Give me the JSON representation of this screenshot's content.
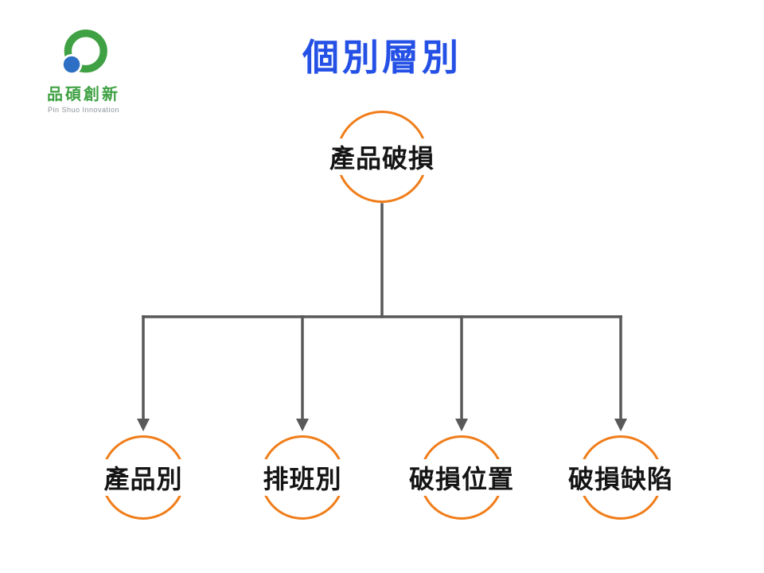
{
  "page": {
    "background_color": "#FFFFFF"
  },
  "logo": {
    "company_name": "品碩創新",
    "company_subtitle": "Pin Shuo Innovation",
    "ring_color": "#3FA143",
    "dot_color": "#2D6FC4",
    "name_color": "#3FA143",
    "subtitle_color": "#8C9196"
  },
  "title": {
    "text": "個別層別",
    "color": "#2450E6"
  },
  "diagram": {
    "type": "tree",
    "accent_color": "#F07D1A",
    "line_color": "#595959",
    "root": {
      "label": "產品破損"
    },
    "children": [
      {
        "label": "產品別"
      },
      {
        "label": "排班別"
      },
      {
        "label": "破損位置"
      },
      {
        "label": "破損缺陷"
      }
    ]
  }
}
